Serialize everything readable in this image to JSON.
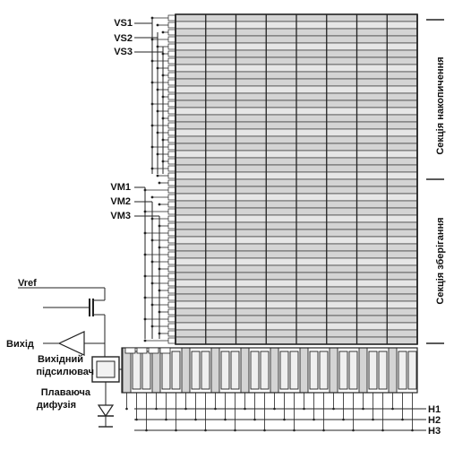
{
  "diagram": {
    "labels": {
      "vs1": "VS1",
      "vs2": "VS2",
      "vs3": "VS3",
      "vm1": "VM1",
      "vm2": "VM2",
      "vm3": "VM3",
      "vref": "Vref",
      "output": "Вихід",
      "output_amp_line1": "Вихідний",
      "output_amp_line2": "підсилювач",
      "floating_diff_line1": "Плаваюча",
      "floating_diff_line2": "дифузія",
      "h1": "H1",
      "h2": "H2",
      "h3": "H3",
      "accumulation_section": "Секція накопичення",
      "storage_section": "Секція зберігання"
    },
    "colors": {
      "line": "#222222",
      "cell": "#d4d4d4",
      "cell_alt": "#e6e6e6",
      "background": "#ffffff"
    }
  }
}
